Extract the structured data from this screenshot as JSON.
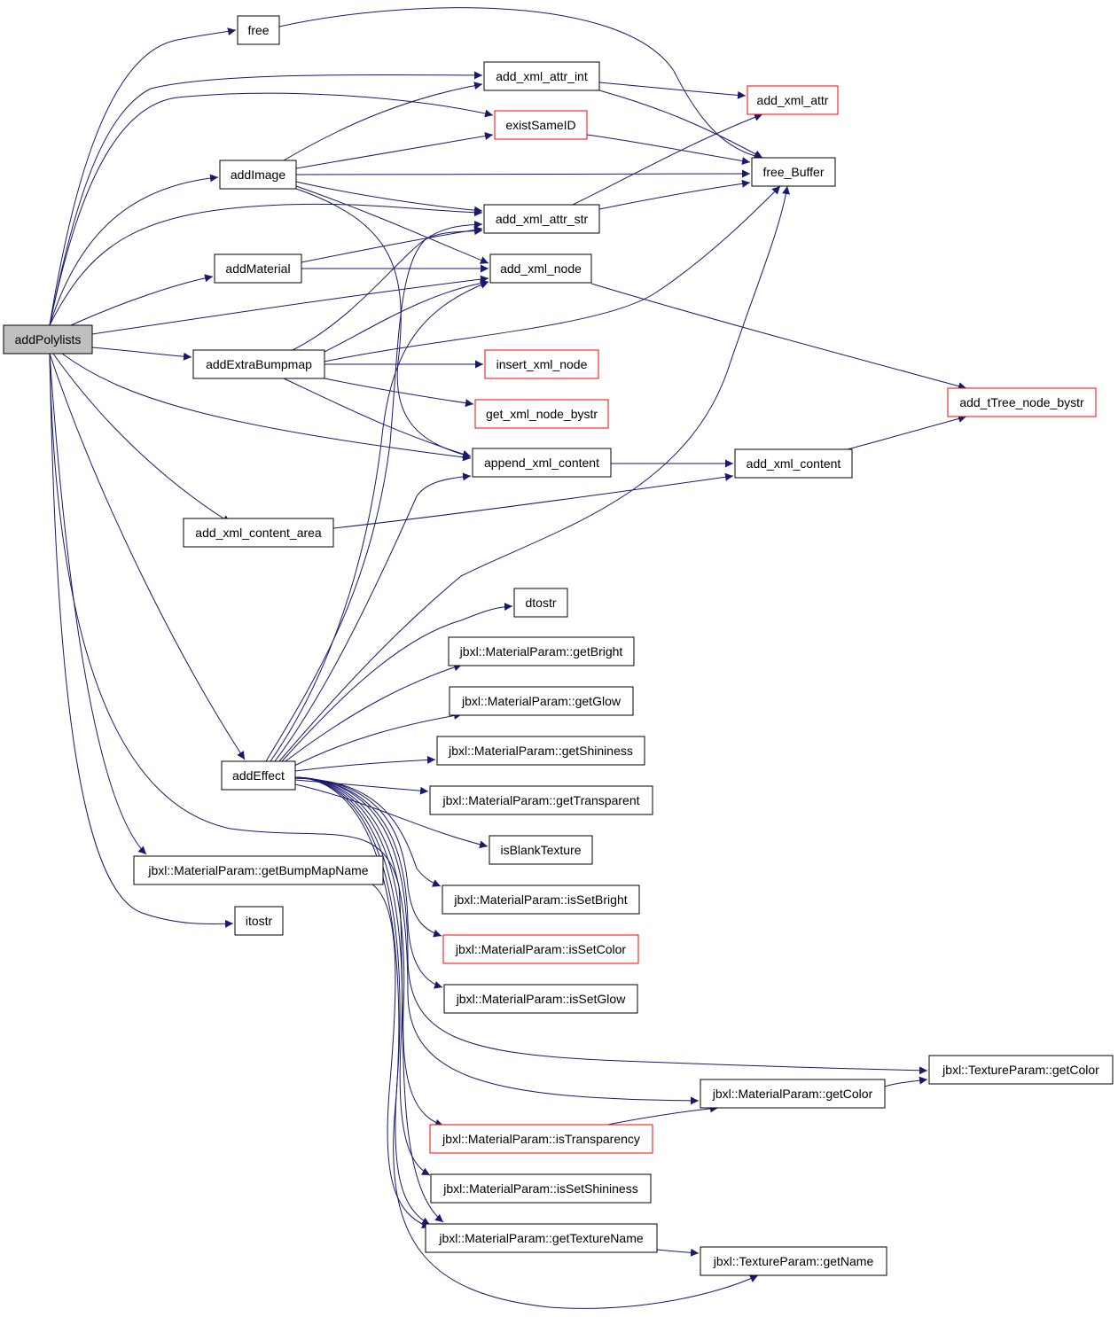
{
  "diagram": {
    "type": "call-graph",
    "edge_color": "#191970",
    "truncated_border_color": "#ff0000",
    "root_fill": "#bfbfbf",
    "nodes": [
      {
        "id": "addPolylists",
        "label": "addPolylists",
        "root": true,
        "truncated": false
      },
      {
        "id": "free",
        "label": "free",
        "truncated": false
      },
      {
        "id": "add_xml_attr_int",
        "label": "add_xml_attr_int",
        "truncated": false
      },
      {
        "id": "add_xml_attr",
        "label": "add_xml_attr",
        "truncated": true
      },
      {
        "id": "existSameID",
        "label": "existSameID",
        "truncated": true
      },
      {
        "id": "addImage",
        "label": "addImage",
        "truncated": false
      },
      {
        "id": "free_Buffer",
        "label": "free_Buffer",
        "truncated": false
      },
      {
        "id": "add_xml_attr_str",
        "label": "add_xml_attr_str",
        "truncated": false
      },
      {
        "id": "addMaterial",
        "label": "addMaterial",
        "truncated": false
      },
      {
        "id": "add_xml_node",
        "label": "add_xml_node",
        "truncated": false
      },
      {
        "id": "addExtraBumpmap",
        "label": "addExtraBumpmap",
        "truncated": false
      },
      {
        "id": "insert_xml_node",
        "label": "insert_xml_node",
        "truncated": true
      },
      {
        "id": "get_xml_node_bystr",
        "label": "get_xml_node_bystr",
        "truncated": true
      },
      {
        "id": "add_tTree_node_bystr",
        "label": "add_tTree_node_bystr",
        "truncated": true
      },
      {
        "id": "append_xml_content",
        "label": "append_xml_content",
        "truncated": false
      },
      {
        "id": "add_xml_content",
        "label": "add_xml_content",
        "truncated": false
      },
      {
        "id": "add_xml_content_area",
        "label": "add_xml_content_area",
        "truncated": false
      },
      {
        "id": "dtostr",
        "label": "dtostr",
        "truncated": false
      },
      {
        "id": "getBright",
        "label": "jbxl::MaterialParam::getBright",
        "truncated": false
      },
      {
        "id": "getGlow",
        "label": "jbxl::MaterialParam::getGlow",
        "truncated": false
      },
      {
        "id": "getShininess",
        "label": "jbxl::MaterialParam::getShininess",
        "truncated": false
      },
      {
        "id": "addEffect",
        "label": "addEffect",
        "truncated": false
      },
      {
        "id": "getTransparent",
        "label": "jbxl::MaterialParam::getTransparent",
        "truncated": false
      },
      {
        "id": "isBlankTexture",
        "label": "isBlankTexture",
        "truncated": false
      },
      {
        "id": "getBumpMapName",
        "label": "jbxl::MaterialParam::getBumpMapName",
        "truncated": false
      },
      {
        "id": "isSetBright",
        "label": "jbxl::MaterialParam::isSetBright",
        "truncated": false
      },
      {
        "id": "itostr",
        "label": "itostr",
        "truncated": false
      },
      {
        "id": "isSetColor",
        "label": "jbxl::MaterialParam::isSetColor",
        "truncated": true
      },
      {
        "id": "isSetGlow",
        "label": "jbxl::MaterialParam::isSetGlow",
        "truncated": false
      },
      {
        "id": "tpGetColor",
        "label": "jbxl::TextureParam::getColor",
        "truncated": false
      },
      {
        "id": "mpGetColor",
        "label": "jbxl::MaterialParam::getColor",
        "truncated": false
      },
      {
        "id": "isTransparency",
        "label": "jbxl::MaterialParam::isTransparency",
        "truncated": true
      },
      {
        "id": "isSetShininess",
        "label": "jbxl::MaterialParam::isSetShininess",
        "truncated": false
      },
      {
        "id": "getTextureName",
        "label": "jbxl::MaterialParam::getTextureName",
        "truncated": false
      },
      {
        "id": "tpGetName",
        "label": "jbxl::TextureParam::getName",
        "truncated": false
      }
    ],
    "edges": [
      [
        "addPolylists",
        "free"
      ],
      [
        "addPolylists",
        "add_xml_attr_int"
      ],
      [
        "addPolylists",
        "existSameID"
      ],
      [
        "addPolylists",
        "addImage"
      ],
      [
        "addPolylists",
        "add_xml_attr_str"
      ],
      [
        "addPolylists",
        "addMaterial"
      ],
      [
        "addPolylists",
        "add_xml_node"
      ],
      [
        "addPolylists",
        "addExtraBumpmap"
      ],
      [
        "addPolylists",
        "append_xml_content"
      ],
      [
        "addPolylists",
        "add_xml_content_area"
      ],
      [
        "addPolylists",
        "addEffect"
      ],
      [
        "addPolylists",
        "getBumpMapName"
      ],
      [
        "addPolylists",
        "itostr"
      ],
      [
        "addPolylists",
        "getTextureName"
      ],
      [
        "free",
        "free_Buffer"
      ],
      [
        "add_xml_attr_int",
        "add_xml_attr"
      ],
      [
        "add_xml_attr_int",
        "free_Buffer"
      ],
      [
        "existSameID",
        "free_Buffer"
      ],
      [
        "addImage",
        "add_xml_attr_int"
      ],
      [
        "addImage",
        "existSameID"
      ],
      [
        "addImage",
        "free_Buffer"
      ],
      [
        "addImage",
        "add_xml_attr_str"
      ],
      [
        "addImage",
        "add_xml_node"
      ],
      [
        "addImage",
        "append_xml_content"
      ],
      [
        "add_xml_attr_str",
        "add_xml_attr"
      ],
      [
        "add_xml_attr_str",
        "free_Buffer"
      ],
      [
        "addMaterial",
        "add_xml_attr_str"
      ],
      [
        "addMaterial",
        "add_xml_node"
      ],
      [
        "add_xml_node",
        "add_tTree_node_bystr"
      ],
      [
        "addExtraBumpmap",
        "add_xml_attr_str"
      ],
      [
        "addExtraBumpmap",
        "add_xml_node"
      ],
      [
        "addExtraBumpmap",
        "free_Buffer"
      ],
      [
        "addExtraBumpmap",
        "insert_xml_node"
      ],
      [
        "addExtraBumpmap",
        "get_xml_node_bystr"
      ],
      [
        "addExtraBumpmap",
        "append_xml_content"
      ],
      [
        "append_xml_content",
        "add_xml_content"
      ],
      [
        "add_xml_content",
        "add_tTree_node_bystr"
      ],
      [
        "add_xml_content_area",
        "add_xml_content"
      ],
      [
        "addEffect",
        "add_xml_attr_str"
      ],
      [
        "addEffect",
        "add_xml_node"
      ],
      [
        "addEffect",
        "append_xml_content"
      ],
      [
        "addEffect",
        "free_Buffer"
      ],
      [
        "addEffect",
        "dtostr"
      ],
      [
        "addEffect",
        "getBright"
      ],
      [
        "addEffect",
        "getGlow"
      ],
      [
        "addEffect",
        "getShininess"
      ],
      [
        "addEffect",
        "getTransparent"
      ],
      [
        "addEffect",
        "isBlankTexture"
      ],
      [
        "addEffect",
        "isSetBright"
      ],
      [
        "addEffect",
        "isSetColor"
      ],
      [
        "addEffect",
        "isSetGlow"
      ],
      [
        "addEffect",
        "tpGetColor"
      ],
      [
        "addEffect",
        "mpGetColor"
      ],
      [
        "addEffect",
        "isTransparency"
      ],
      [
        "addEffect",
        "isSetShininess"
      ],
      [
        "addEffect",
        "getTextureName"
      ],
      [
        "addEffect",
        "tpGetName"
      ],
      [
        "getBumpMapName",
        "getTextureName"
      ],
      [
        "mpGetColor",
        "tpGetColor"
      ],
      [
        "isTransparency",
        "mpGetColor"
      ],
      [
        "getTextureName",
        "tpGetName"
      ]
    ]
  }
}
